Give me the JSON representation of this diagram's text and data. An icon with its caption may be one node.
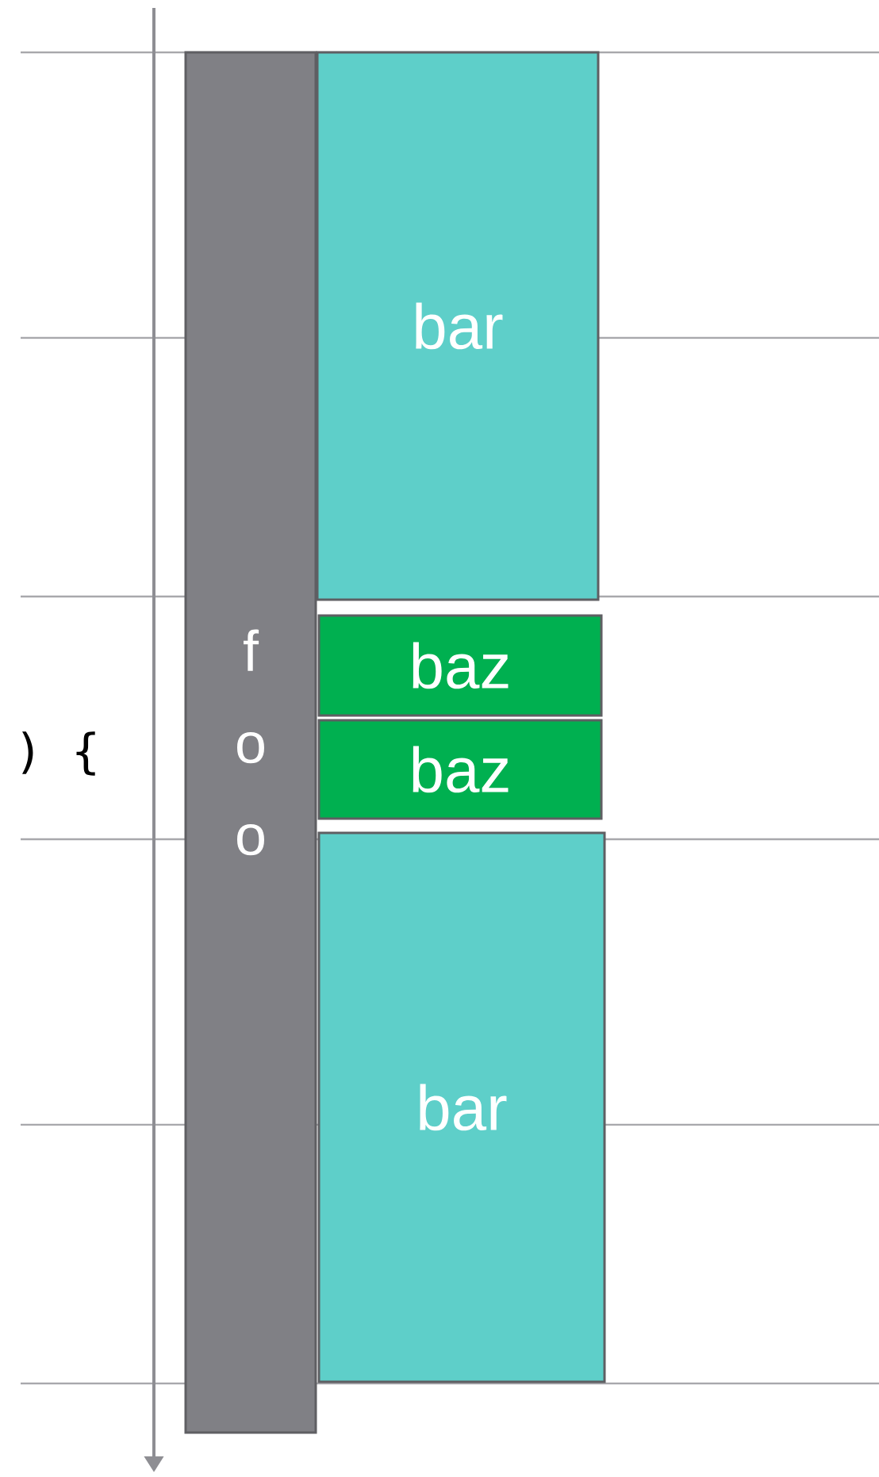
{
  "diagram": {
    "nodes": [
      {
        "text": [
          "f o o"
        ]
      },
      {
        "text": [
          "bar"
        ]
      },
      {
        "text": [
          "baz"
        ]
      },
      {
        "text": [
          "baz"
        ]
      },
      {
        "text": [
          "bar"
        ]
      }
    ],
    "labels": [
      ") {"
    ]
  }
}
